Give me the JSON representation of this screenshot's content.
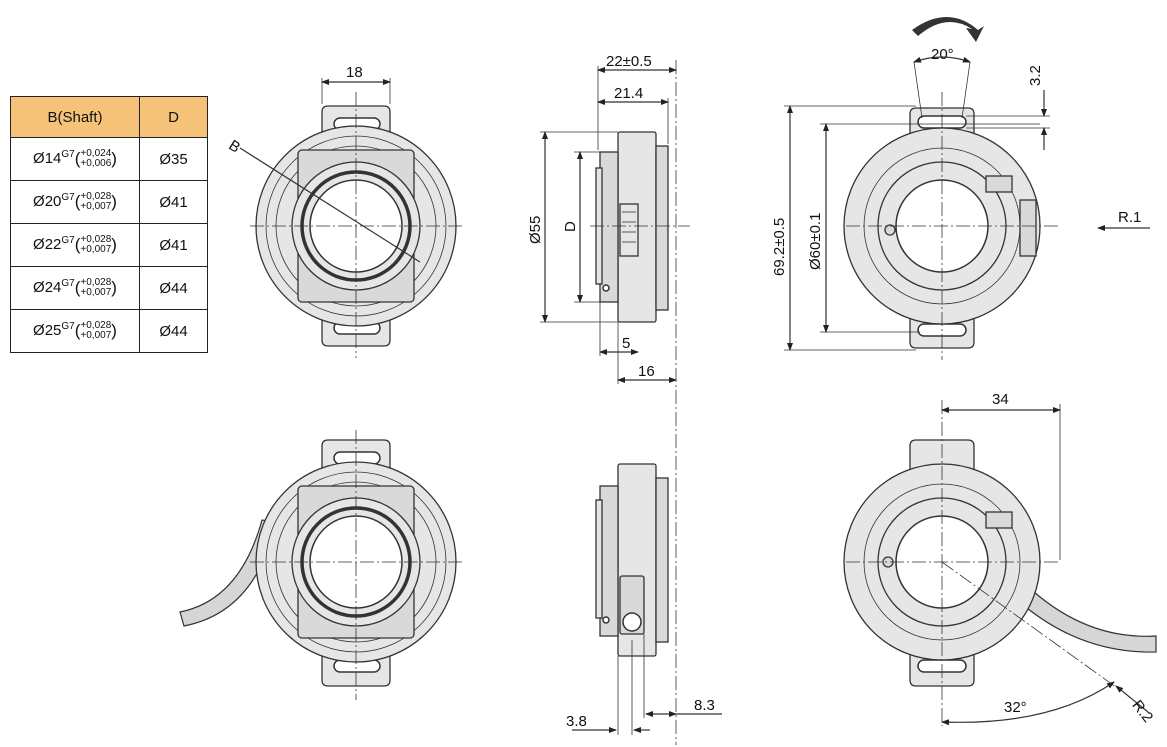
{
  "table": {
    "headers": [
      "B(Shaft)",
      "D"
    ],
    "rows": [
      {
        "dia": "Ø14",
        "fit": "G7",
        "tol_upper": "+0,024",
        "tol_lower": "+0,006",
        "D": "Ø35"
      },
      {
        "dia": "Ø20",
        "fit": "G7",
        "tol_upper": "+0,028",
        "tol_lower": "+0,007",
        "D": "Ø41"
      },
      {
        "dia": "Ø22",
        "fit": "G7",
        "tol_upper": "+0,028",
        "tol_lower": "+0,007",
        "D": "Ø41"
      },
      {
        "dia": "Ø24",
        "fit": "G7",
        "tol_upper": "+0,028",
        "tol_lower": "+0,007",
        "D": "Ø44"
      },
      {
        "dia": "Ø25",
        "fit": "G7",
        "tol_upper": "+0,028",
        "tol_lower": "+0,007",
        "D": "Ø44"
      }
    ]
  },
  "dimensions": {
    "front_width": "18",
    "shaft_label": "B",
    "side_overall": "22±0.5",
    "side_body": "21.4",
    "side_diameter": "Ø55",
    "side_d": "D",
    "side_5": "5",
    "side_16": "16",
    "rotation_angle": "20°",
    "slot_3_2": "3.2",
    "height_69": "69.2±0.5",
    "pitch_60": "Ø60±0.1",
    "cable_r1": "R.1",
    "cable_34": "34",
    "cable_angle": "32°",
    "cable_r2": "R.2",
    "side_3_8": "3.8",
    "side_8_3": "8.3"
  }
}
